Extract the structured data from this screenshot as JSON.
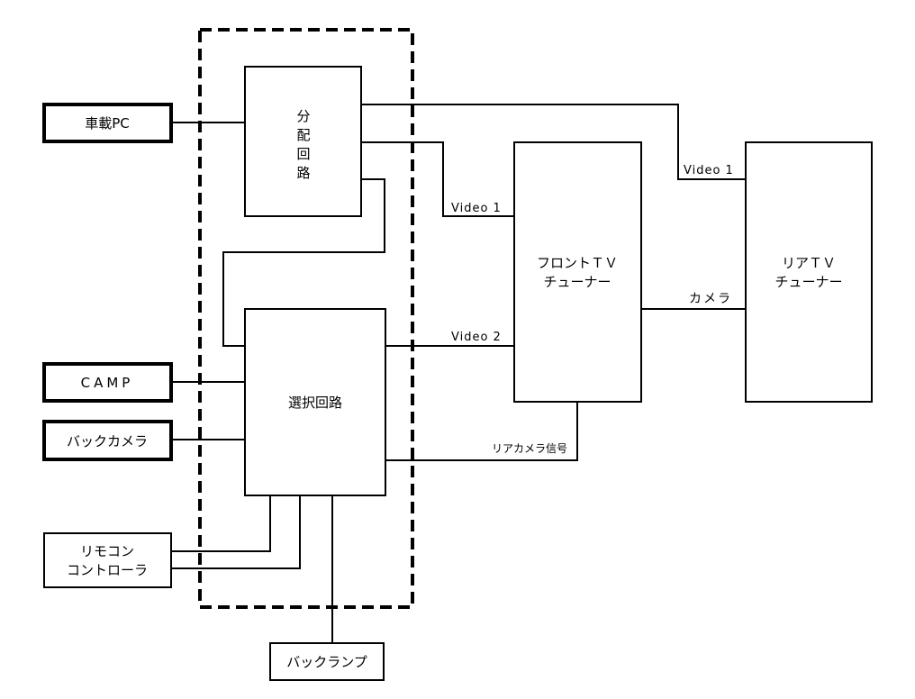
{
  "blocks": {
    "car_pc": "車載PC",
    "camp": "CAMP",
    "back_camera": "バックカメラ",
    "remote_line1": "リモコン",
    "remote_line2": "コントローラ",
    "back_lamp": "バックランプ",
    "distribution_1": "分",
    "distribution_2": "配",
    "distribution_3": "回",
    "distribution_4": "路",
    "selection": "選択回路",
    "front_tv_line1": "フロントＴＶ",
    "front_tv_line2": "チューナー",
    "rear_tv_line1": "リアＴＶ",
    "rear_tv_line2": "チューナー"
  },
  "signals": {
    "video1_front": "Video 1",
    "video2_front": "Video 2",
    "video1_rear": "Video 1",
    "camera": "カメラ",
    "rear_camera_signal": "リアカメラ信号"
  }
}
